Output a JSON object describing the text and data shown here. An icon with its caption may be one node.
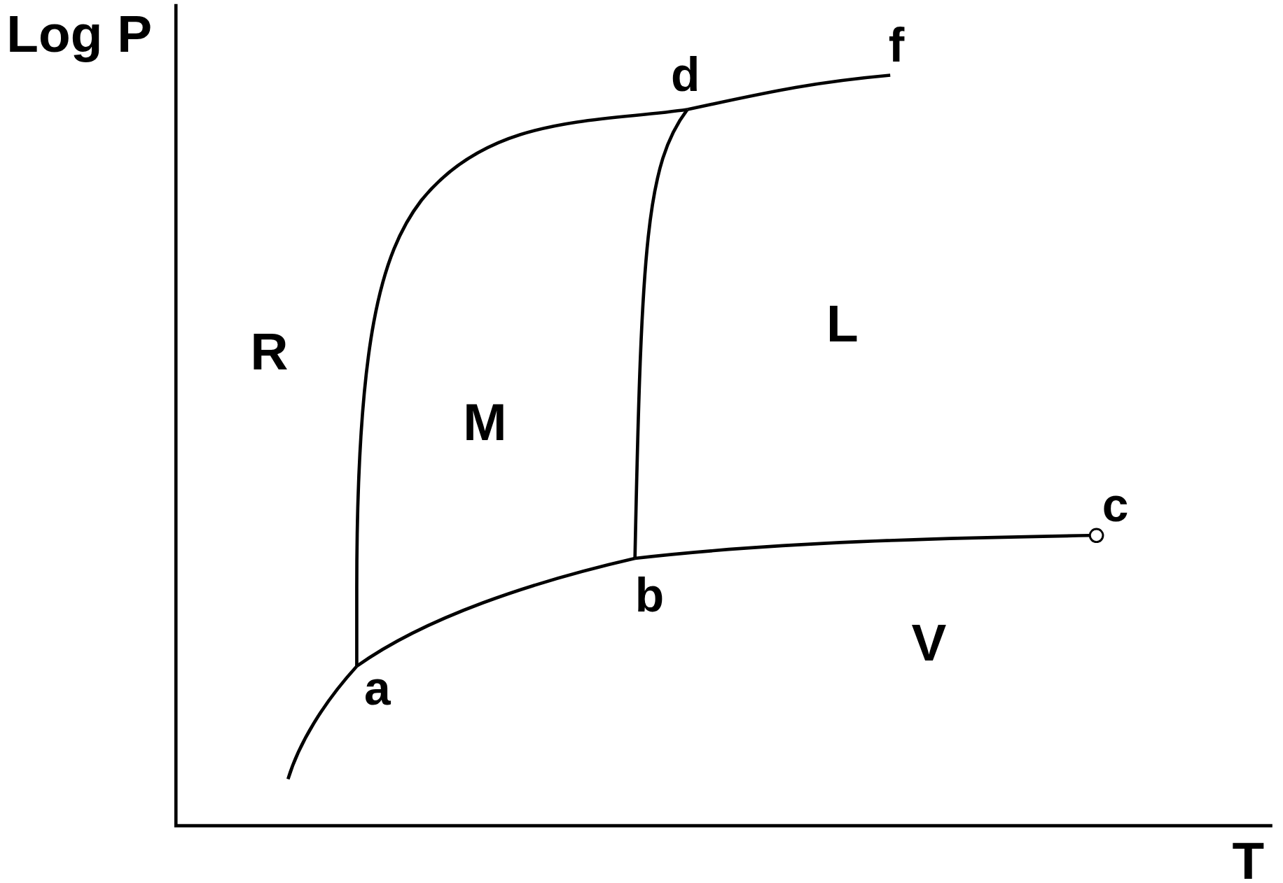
{
  "diagram": {
    "labels": [
      "Log P",
      "d",
      "f",
      "L",
      "R",
      "M",
      "c",
      "b",
      "V",
      "a",
      "T"
    ]
  }
}
